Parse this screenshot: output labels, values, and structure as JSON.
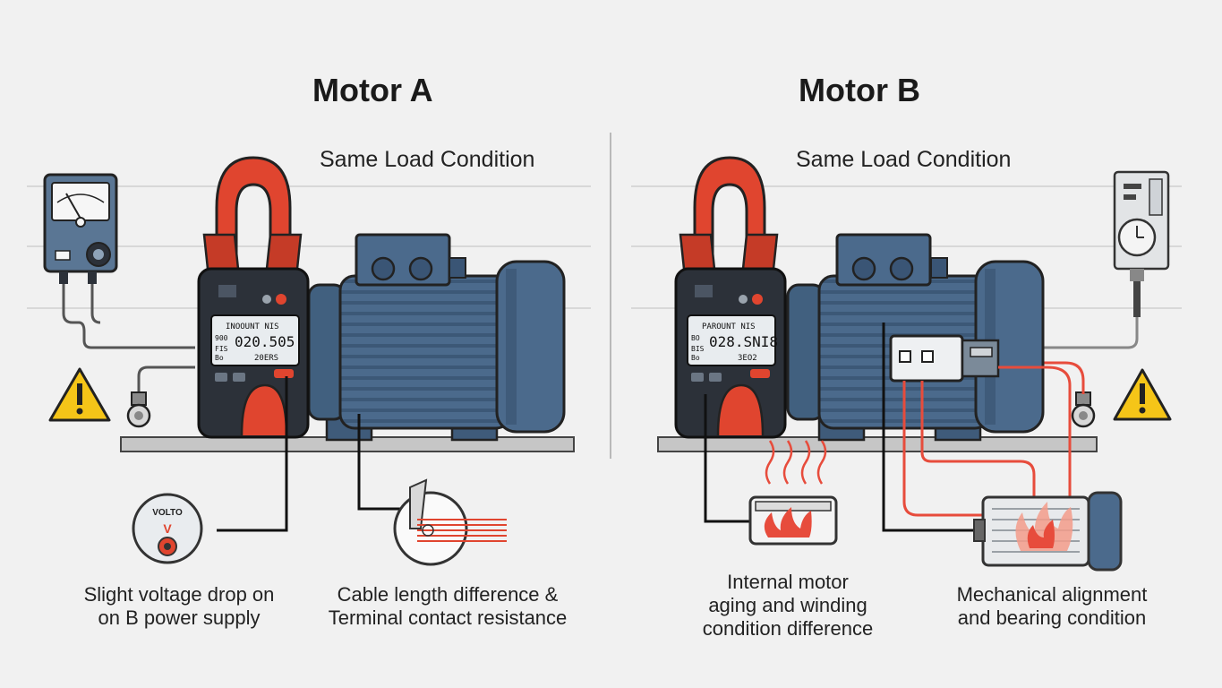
{
  "colors": {
    "background": "#f1f1f1",
    "motor_body": "#4b6a8c",
    "clamp_red": "#e0452f",
    "meter_dark": "#2c3139",
    "warning": "#f5c518",
    "hot_wire": "#e74c3c"
  },
  "motor_a": {
    "title": "Motor A",
    "condition": "Same Load Condition",
    "meter": {
      "header": "INOOUNT  NIS",
      "reading": "020.505",
      "footer": "20ERS",
      "side_top": "900",
      "side_mid": "FIS",
      "side_bot": "Bo"
    },
    "gauge_label": "VOLTO",
    "gauge_symbol": "V",
    "captions": {
      "voltage_1": "Slight voltage drop on",
      "voltage_2": "on B power supply",
      "cable_1": "Cable length difference &",
      "cable_2": "Terminal contact resistance"
    },
    "icons": [
      "panel-meter-icon",
      "warning-icon",
      "clamp-meter-icon",
      "motor-icon",
      "voltmeter-icon",
      "cable-cutter-icon"
    ]
  },
  "motor_b": {
    "title": "Motor B",
    "condition": "Same Load Condition",
    "meter": {
      "header": "PAROUNT  NIS",
      "reading": "028.SNI8",
      "footer": "3EO2",
      "side_top": "BO",
      "side_mid": "BIS",
      "side_bot": "Bo"
    },
    "captions": {
      "aging_1": "Internal motor",
      "aging_2": "aging and winding",
      "aging_3": "condition difference",
      "mech_1": "Mechanical alignment",
      "mech_2": "and bearing condition"
    },
    "icons": [
      "timer-switch-icon",
      "warning-icon",
      "clamp-meter-icon",
      "motor-icon",
      "heater-icon",
      "hot-motor-icon"
    ]
  }
}
